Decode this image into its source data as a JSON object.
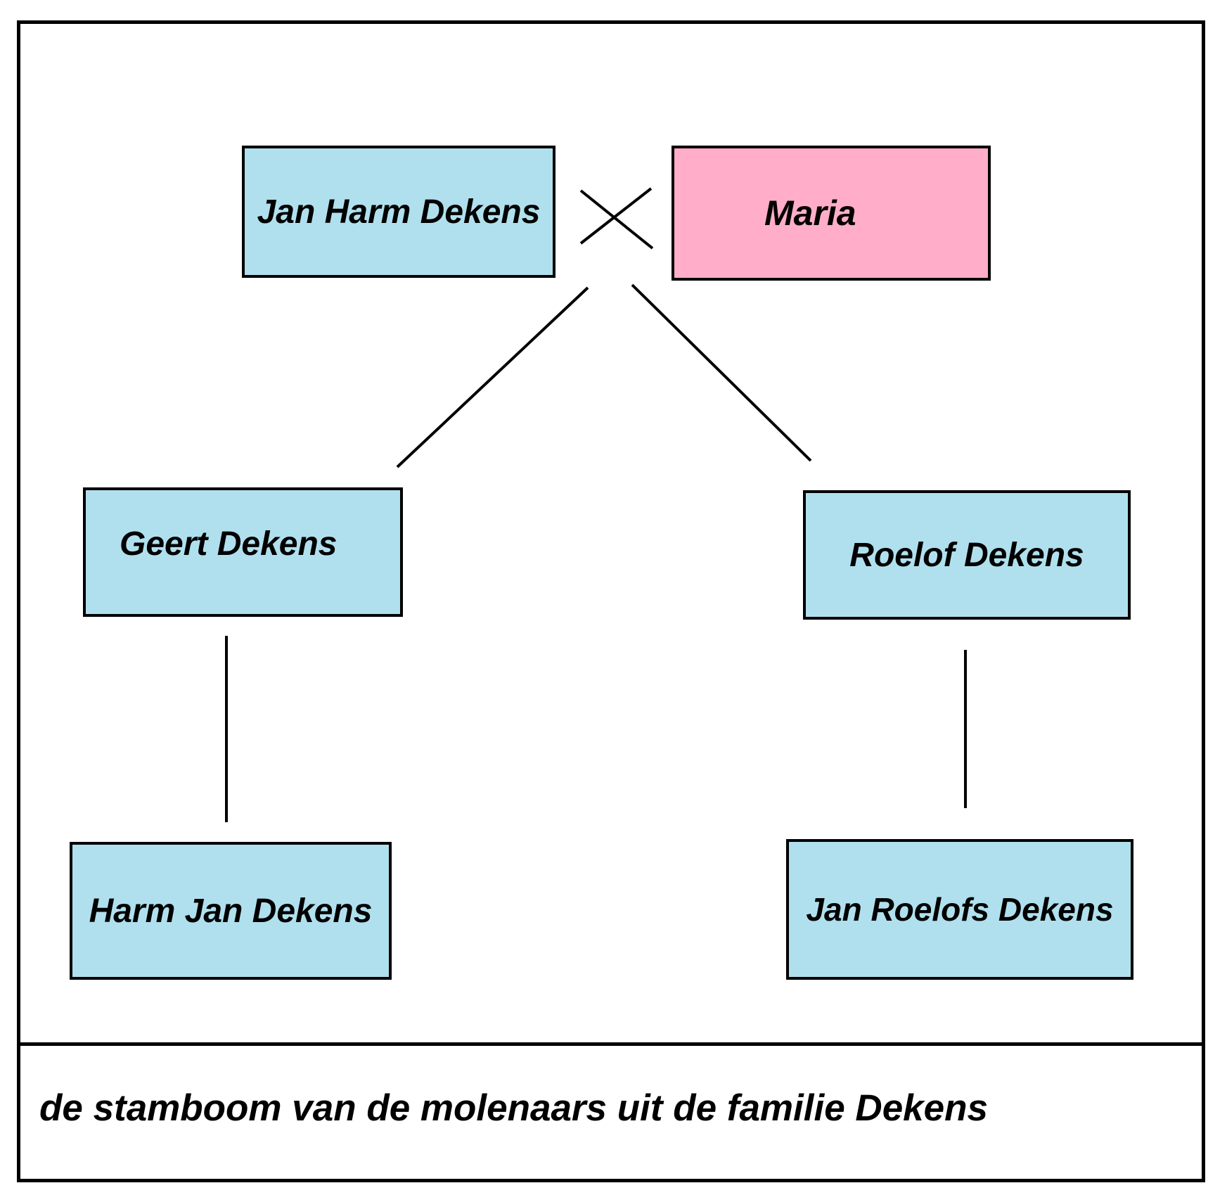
{
  "colors": {
    "male_box": "#b0e0ee",
    "female_box": "#ffadc8",
    "line": "#000000",
    "background": "#ffffff"
  },
  "persons": {
    "father": {
      "name": "Jan Harm Dekens"
    },
    "mother": {
      "name": "Maria"
    },
    "child_left": {
      "name": "Geert Dekens"
    },
    "child_right": {
      "name": "Roelof Dekens"
    },
    "grandchild_left": {
      "name": "Harm Jan Dekens"
    },
    "grandchild_right": {
      "name": "Jan Roelofs Dekens"
    }
  },
  "marriage_symbol": "cross-mark",
  "caption": "de stamboom van de molenaars uit de familie Dekens"
}
